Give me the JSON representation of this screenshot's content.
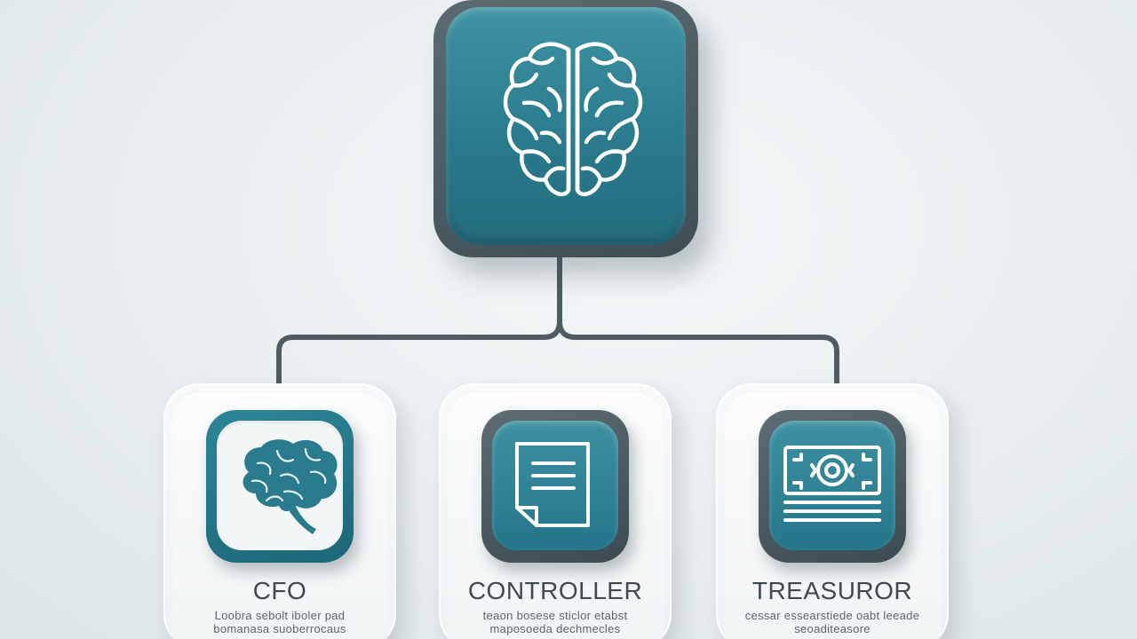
{
  "diagram": {
    "root": {
      "icon": "brain-outline-icon",
      "color": "#2a7b8d"
    },
    "nodes": [
      {
        "title": "CFO",
        "icon": "brain-icon",
        "description": "Loobra sebolt iboler pad bomanasa suoberrocaus"
      },
      {
        "title": "CONTROLLER",
        "icon": "document-icon",
        "description": "teaon bosese sticlor etabst maposoeda dechmecles"
      },
      {
        "title": "TREASUROR",
        "icon": "money-icon",
        "description": "cessar essearstiede oabt leeade seoaditeasore"
      }
    ],
    "connector_color": "#4f5c63",
    "accent": "#2a7b8d"
  }
}
